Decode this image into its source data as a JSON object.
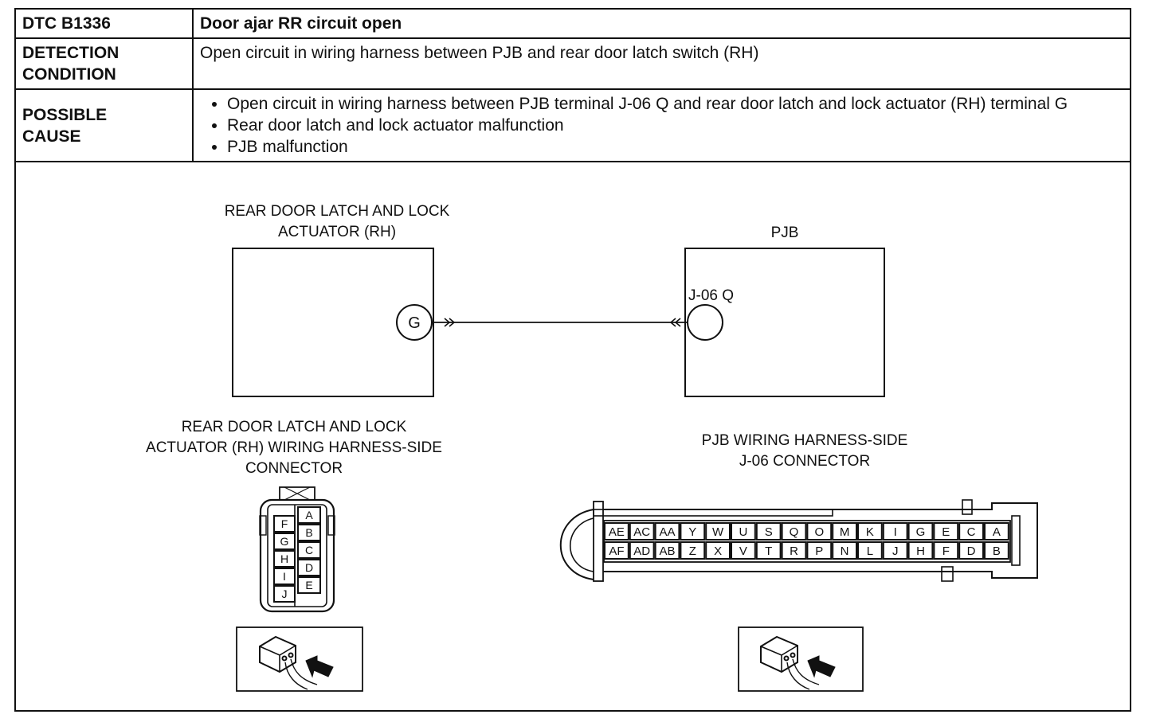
{
  "header": {
    "code_label": "DTC B1336",
    "title": "Door ajar RR circuit open"
  },
  "detection": {
    "label_line1": "DETECTION",
    "label_line2": "CONDITION",
    "text": "Open circuit in wiring harness between PJB and rear door latch switch (RH)"
  },
  "cause": {
    "label_line1": "POSSIBLE",
    "label_line2": "CAUSE",
    "items": [
      "Open circuit in wiring harness between PJB terminal J-06 Q and rear door latch and lock actuator (RH) terminal G",
      "Rear door latch and lock actuator malfunction",
      "PJB malfunction"
    ]
  },
  "wiring": {
    "actuator_title_line1": "REAR DOOR LATCH AND LOCK",
    "actuator_title_line2": "ACTUATOR (RH)",
    "actuator_terminal": "G",
    "pjb_title": "PJB",
    "pjb_terminal": "J-06 Q"
  },
  "actuator_connector": {
    "title_line1": "REAR DOOR LATCH AND LOCK",
    "title_line2": "ACTUATOR (RH) WIRING HARNESS-SIDE",
    "title_line3": "CONNECTOR",
    "left_pins": [
      "F",
      "G",
      "H",
      "I",
      "J"
    ],
    "right_pins": [
      "A",
      "B",
      "C",
      "D",
      "E"
    ]
  },
  "pjb_connector": {
    "title_line1": "PJB WIRING HARNESS-SIDE",
    "title_line2": "J-06 CONNECTOR",
    "top_row": [
      "AE",
      "AC",
      "AA",
      "Y",
      "W",
      "U",
      "S",
      "Q",
      "O",
      "M",
      "K",
      "I",
      "G",
      "E",
      "C",
      "A"
    ],
    "bottom_row": [
      "AF",
      "AD",
      "AB",
      "Z",
      "X",
      "V",
      "T",
      "R",
      "P",
      "N",
      "L",
      "J",
      "H",
      "F",
      "D",
      "B"
    ]
  }
}
